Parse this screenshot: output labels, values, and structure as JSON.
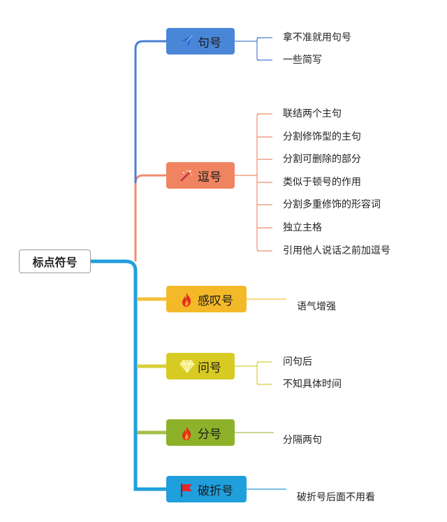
{
  "root": {
    "label": "标点符号"
  },
  "branches": [
    {
      "label": "句号",
      "color": "#4a86d8",
      "line": "#4a7fd0",
      "icon": "paper-plane-icon",
      "items": [
        "拿不准就用句号",
        "一些简写"
      ]
    },
    {
      "label": "逗号",
      "color": "#f08461",
      "line": "#ef8d6d",
      "icon": "magic-wand-icon",
      "items": [
        "联结两个主句",
        "分割修饰型的主句",
        "分割可删除的部分",
        "类似于顿号的作用",
        "分割多重修饰的形容词",
        "独立主格",
        "引用他人说话之前加逗号"
      ]
    },
    {
      "label": "感叹号",
      "color": "#f4b928",
      "line": "#f2c23c",
      "icon": "fire-icon",
      "items": [
        "语气增强"
      ]
    },
    {
      "label": "问号",
      "color": "#d7cb23",
      "line": "#d8cf36",
      "icon": "diamond-icon",
      "items": [
        "问句后",
        "不知具体时间"
      ]
    },
    {
      "label": "分号",
      "color": "#8db22a",
      "line": "#a4c04d",
      "icon": "fire-icon",
      "items": [
        "分隔两句"
      ]
    },
    {
      "label": "破折号",
      "color": "#1f9fdc",
      "line": "#2b9bd8",
      "icon": "red-flag-icon",
      "items": [
        "破折号后面不用看"
      ]
    }
  ]
}
